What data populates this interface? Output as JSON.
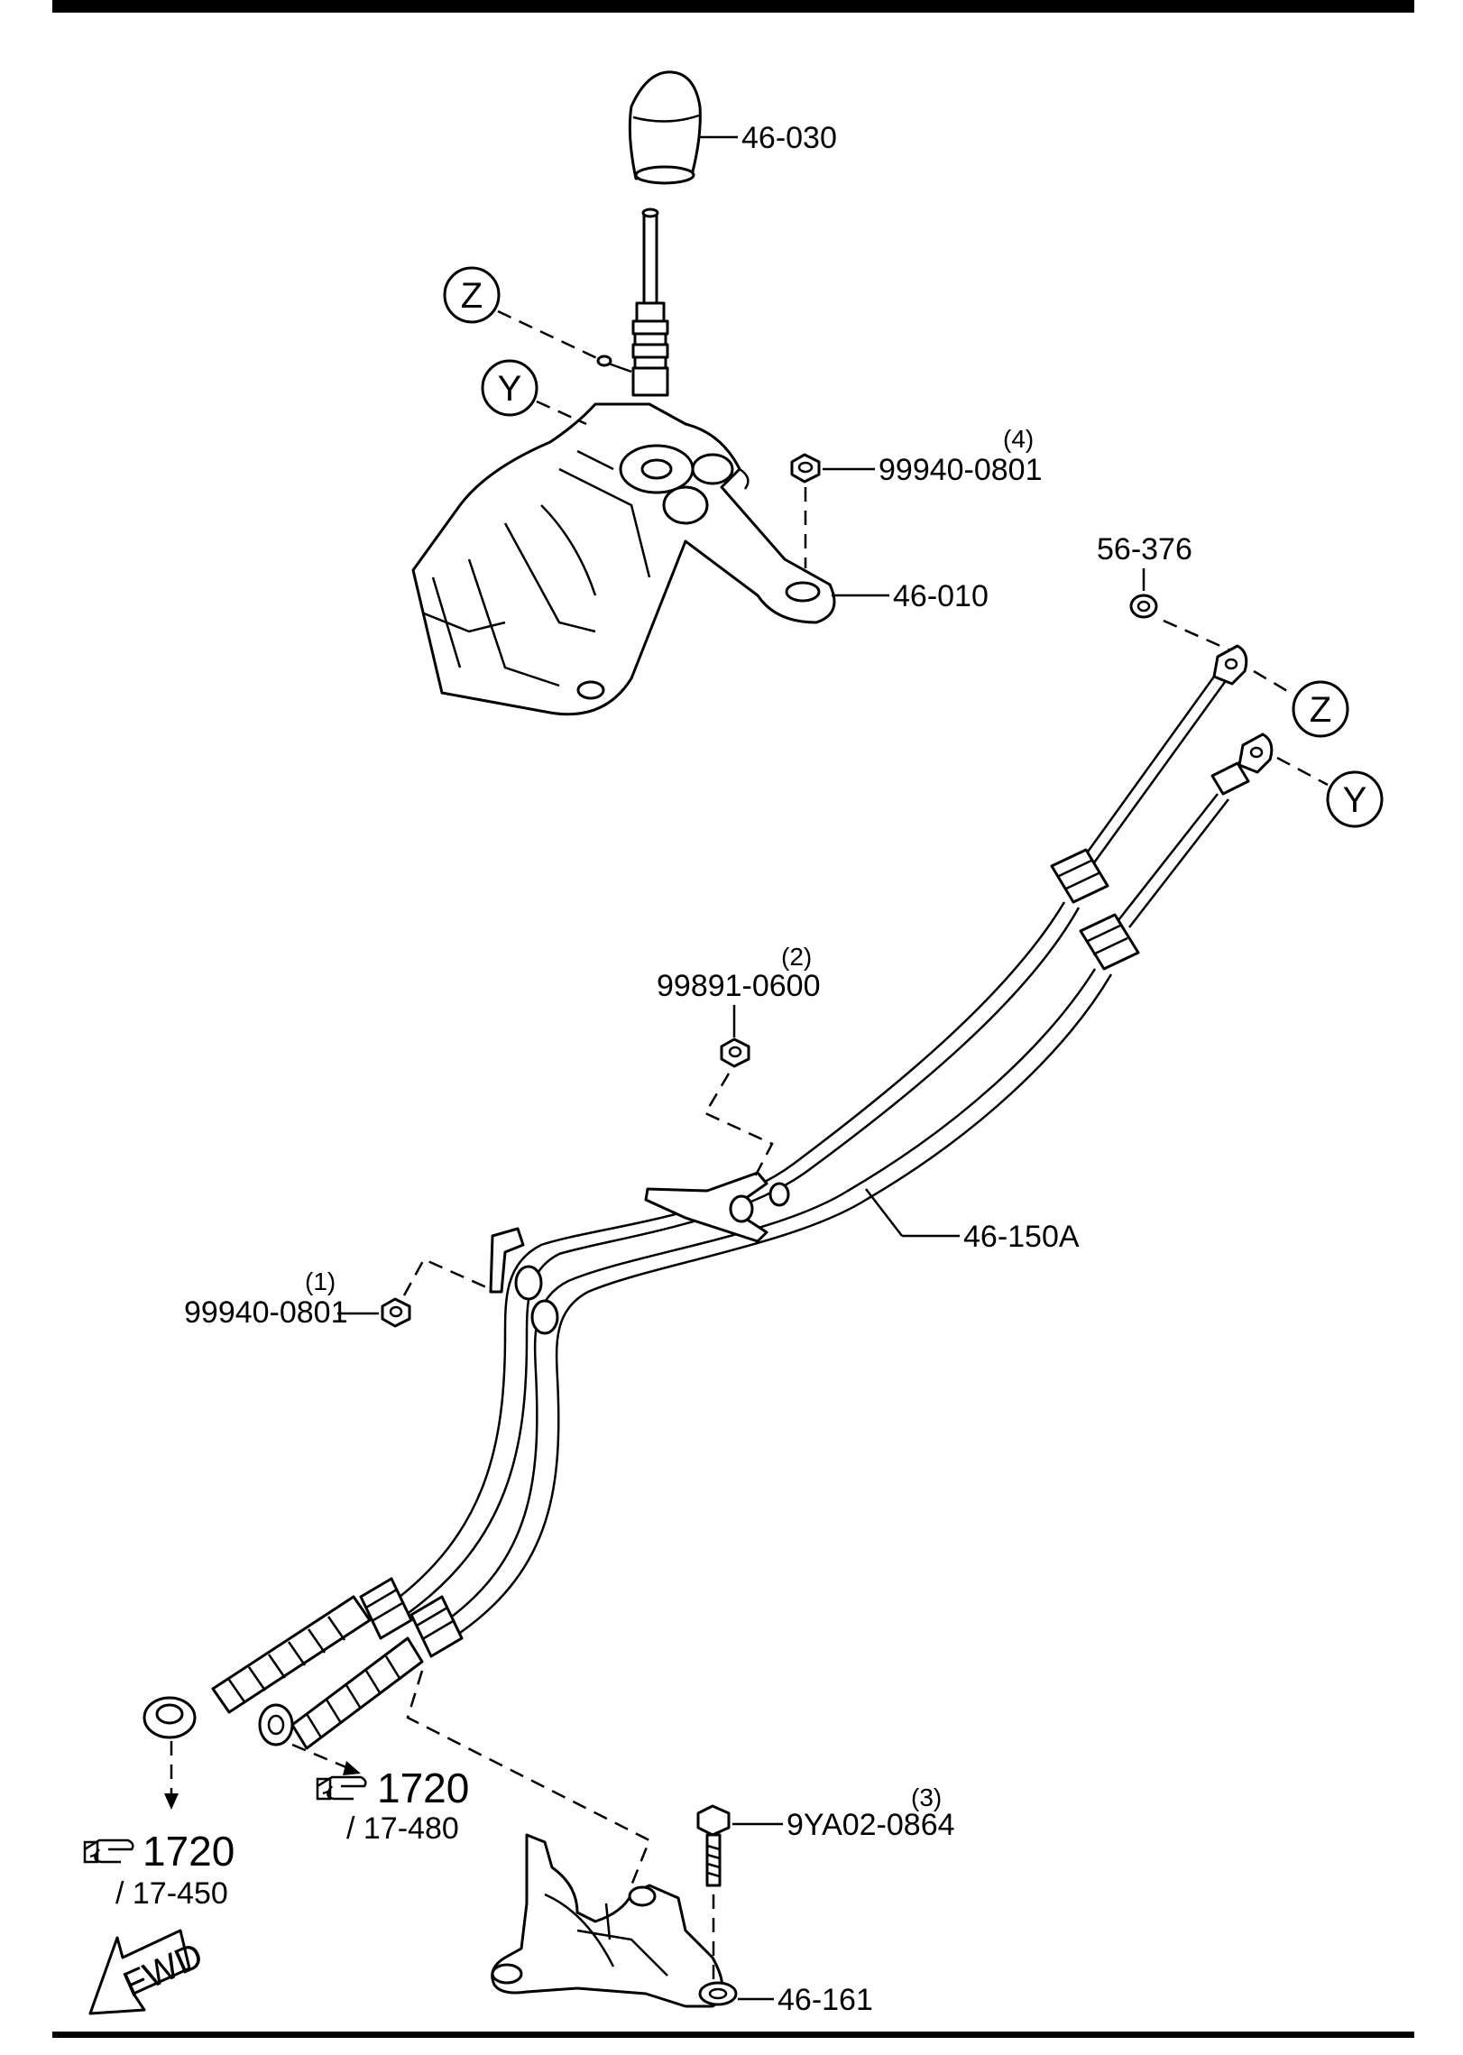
{
  "labels": {
    "knob": "46-030",
    "shifter": "46-010",
    "nut_top": "99940-0801",
    "nut_top_qty": "(4)",
    "washer": "56-376",
    "cable": "46-150A",
    "nut_mid": "99891-0600",
    "nut_mid_qty": "(2)",
    "nut_left": "99940-0801",
    "nut_left_qty": "(1)",
    "bolt": "9YA02-0864",
    "bolt_qty": "(3)",
    "bracket": "46-161"
  },
  "callouts": {
    "z": "Z",
    "y": "Y"
  },
  "references": {
    "ref1_code": "1720",
    "ref1_sub": "/ 17-480",
    "ref2_code": "1720",
    "ref2_sub": "/ 17-450"
  },
  "fwd": "FWD",
  "icons": [
    "pointing-hand-icon",
    "fwd-arrow-icon"
  ]
}
